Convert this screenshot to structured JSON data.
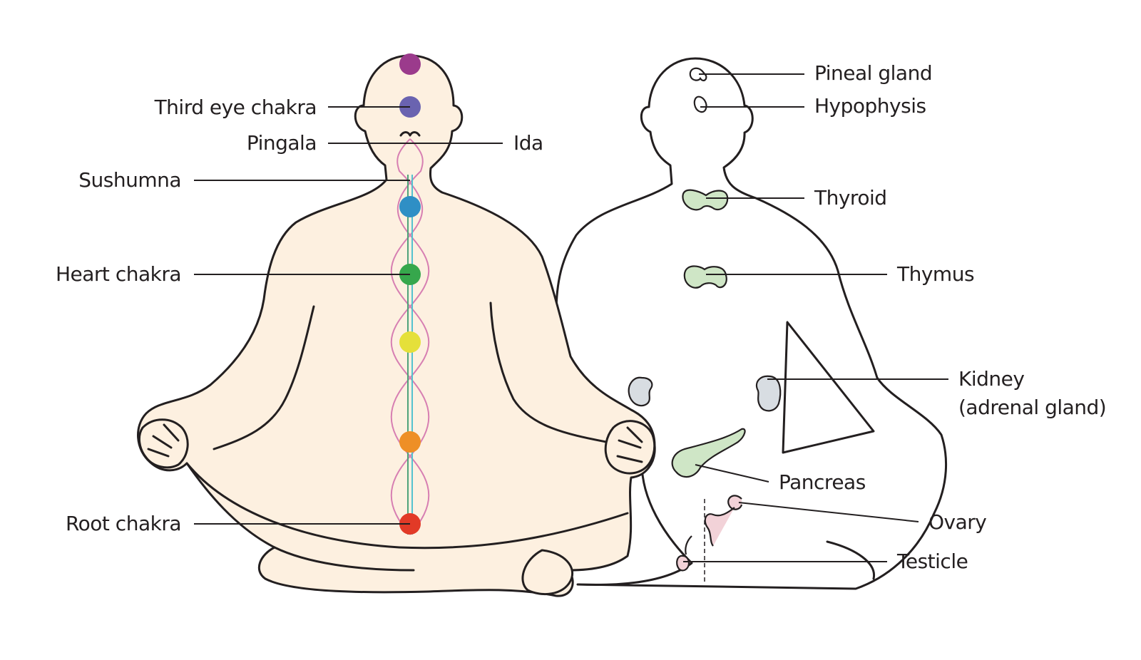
{
  "labels": {
    "crown_chakra": "",
    "third_eye_chakra": "Third eye chakra",
    "pingala": "Pingala",
    "ida": "Ida",
    "sushumna": "Sushumna",
    "heart_chakra": "Heart chakra",
    "root_chakra": "Root chakra",
    "pineal_gland": "Pineal gland",
    "hypophysis": "Hypophysis",
    "thyroid": "Thyroid",
    "thymus": "Thymus",
    "kidney_line1": "Kidney",
    "kidney_line2": "(adrenal gland)",
    "pancreas": "Pancreas",
    "ovary": "Ovary",
    "testicle": "Testicle"
  },
  "colors": {
    "skin": "#fdf0e0",
    "outline": "#231f20",
    "nadi_ida_pingala": "#d77fb2",
    "sushumna_green": "#4fa37a",
    "sushumna_cyan": "#53c2cf",
    "gland_green": "#cfe6c6",
    "kidney_gray": "#d8dde2",
    "reproductive_pink": "#f2d2d8",
    "chakra_crown": "#9b3b8c",
    "chakra_third_eye": "#6a63b0",
    "chakra_throat": "#2f8fc5",
    "chakra_heart": "#36a74c",
    "chakra_solar_plexus": "#e5e03a",
    "chakra_sacral": "#ee8f26",
    "chakra_root": "#e23a27"
  },
  "chakras": [
    {
      "name": "crown",
      "color_key": "chakra_crown"
    },
    {
      "name": "third-eye",
      "color_key": "chakra_third_eye"
    },
    {
      "name": "throat",
      "color_key": "chakra_throat"
    },
    {
      "name": "heart",
      "color_key": "chakra_heart"
    },
    {
      "name": "solar-plexus",
      "color_key": "chakra_solar_plexus"
    },
    {
      "name": "sacral",
      "color_key": "chakra_sacral"
    },
    {
      "name": "root",
      "color_key": "chakra_root"
    }
  ]
}
